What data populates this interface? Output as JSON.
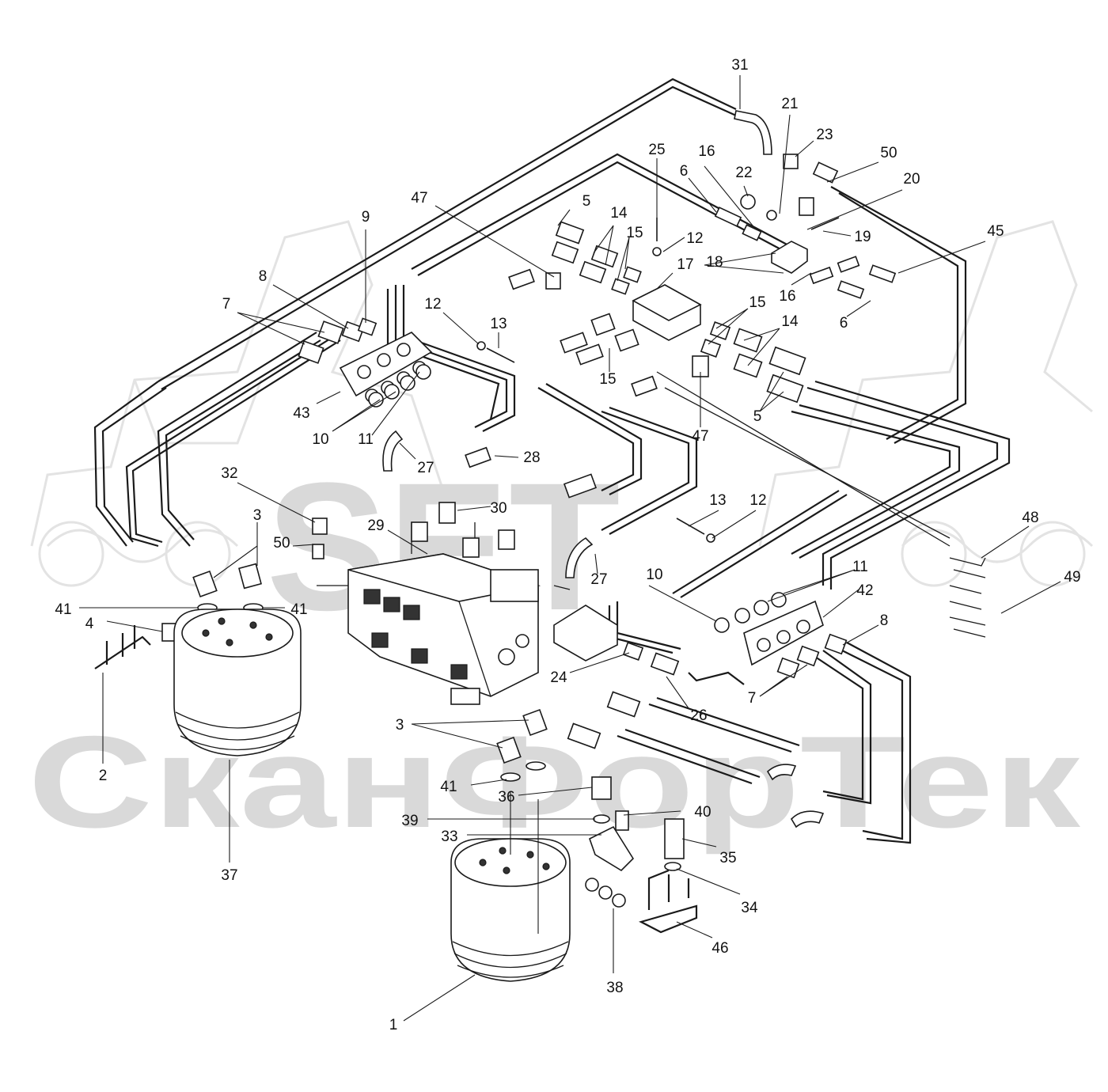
{
  "diagram": {
    "watermark": {
      "logo_text": "SET",
      "brand_text": "СканФорТек"
    },
    "callouts": [
      {
        "id": "c31",
        "text": "31"
      },
      {
        "id": "c21",
        "text": "21"
      },
      {
        "id": "c23",
        "text": "23"
      },
      {
        "id": "c25",
        "text": "25"
      },
      {
        "id": "c16a",
        "text": "16"
      },
      {
        "id": "c50a",
        "text": "50"
      },
      {
        "id": "c20",
        "text": "20"
      },
      {
        "id": "c6a",
        "text": "6"
      },
      {
        "id": "c22",
        "text": "22"
      },
      {
        "id": "c47a",
        "text": "47"
      },
      {
        "id": "c5a",
        "text": "5"
      },
      {
        "id": "c14a",
        "text": "14"
      },
      {
        "id": "c15a",
        "text": "15"
      },
      {
        "id": "c12a",
        "text": "12"
      },
      {
        "id": "c19",
        "text": "19"
      },
      {
        "id": "c45",
        "text": "45"
      },
      {
        "id": "c9",
        "text": "9"
      },
      {
        "id": "c17",
        "text": "17"
      },
      {
        "id": "c18",
        "text": "18"
      },
      {
        "id": "c8a",
        "text": "8"
      },
      {
        "id": "c16b",
        "text": "16"
      },
      {
        "id": "c7a",
        "text": "7"
      },
      {
        "id": "c12b",
        "text": "12"
      },
      {
        "id": "c13a",
        "text": "13"
      },
      {
        "id": "c15b",
        "text": "15"
      },
      {
        "id": "c14b",
        "text": "14"
      },
      {
        "id": "c6b",
        "text": "6"
      },
      {
        "id": "c43",
        "text": "43"
      },
      {
        "id": "c15c",
        "text": "15"
      },
      {
        "id": "c10a",
        "text": "10"
      },
      {
        "id": "c11a",
        "text": "11"
      },
      {
        "id": "c47b",
        "text": "47"
      },
      {
        "id": "c5b",
        "text": "5"
      },
      {
        "id": "c27a",
        "text": "27"
      },
      {
        "id": "c28",
        "text": "28"
      },
      {
        "id": "c32",
        "text": "32"
      },
      {
        "id": "c30",
        "text": "30"
      },
      {
        "id": "c13b",
        "text": "13"
      },
      {
        "id": "c12c",
        "text": "12"
      },
      {
        "id": "c3a",
        "text": "3"
      },
      {
        "id": "c29",
        "text": "29"
      },
      {
        "id": "c48",
        "text": "48"
      },
      {
        "id": "c50b",
        "text": "50"
      },
      {
        "id": "c27b",
        "text": "27"
      },
      {
        "id": "c11b",
        "text": "11"
      },
      {
        "id": "c10b",
        "text": "10"
      },
      {
        "id": "c42",
        "text": "42"
      },
      {
        "id": "c49",
        "text": "49"
      },
      {
        "id": "c41a",
        "text": "41"
      },
      {
        "id": "c41b",
        "text": "41"
      },
      {
        "id": "c4",
        "text": "4"
      },
      {
        "id": "c8b",
        "text": "8"
      },
      {
        "id": "c24",
        "text": "24"
      },
      {
        "id": "c7b",
        "text": "7"
      },
      {
        "id": "c26",
        "text": "26"
      },
      {
        "id": "c3b",
        "text": "3"
      },
      {
        "id": "c2",
        "text": "2"
      },
      {
        "id": "c41c",
        "text": "41"
      },
      {
        "id": "c36",
        "text": "36"
      },
      {
        "id": "c40",
        "text": "40"
      },
      {
        "id": "c39",
        "text": "39"
      },
      {
        "id": "c33",
        "text": "33"
      },
      {
        "id": "c35",
        "text": "35"
      },
      {
        "id": "c37",
        "text": "37"
      },
      {
        "id": "c34",
        "text": "34"
      },
      {
        "id": "c46",
        "text": "46"
      },
      {
        "id": "c38",
        "text": "38"
      },
      {
        "id": "c1",
        "text": "1"
      }
    ]
  }
}
